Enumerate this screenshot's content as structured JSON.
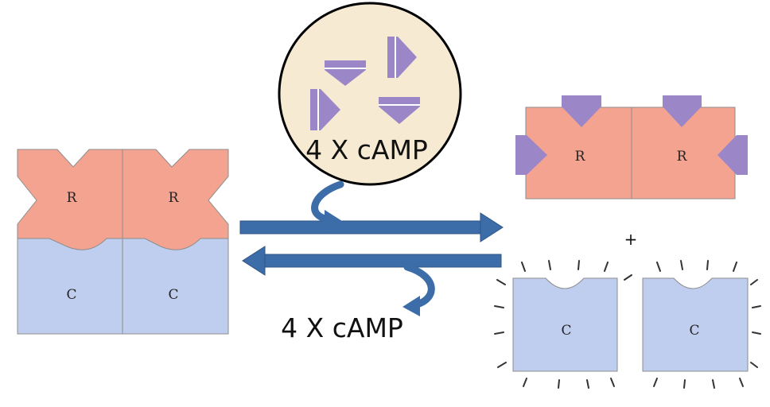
{
  "complex": {
    "regulatory_label": "R",
    "catalytic_label": "C"
  },
  "camp_pool": {
    "label": "4 X cAMP"
  },
  "released_camp": {
    "label": "4 X cAMP"
  },
  "products": {
    "regulatory_dimer_label": "R",
    "plus_sign": "+",
    "catalytic_label": "C"
  },
  "colors": {
    "regulatory": "#f4a391",
    "catalytic": "#bfcdee",
    "camp": "#9b86c8",
    "arrow": "#3d6da8",
    "arrow_dark": "#2d5387",
    "outline": "#8e8e8e"
  }
}
